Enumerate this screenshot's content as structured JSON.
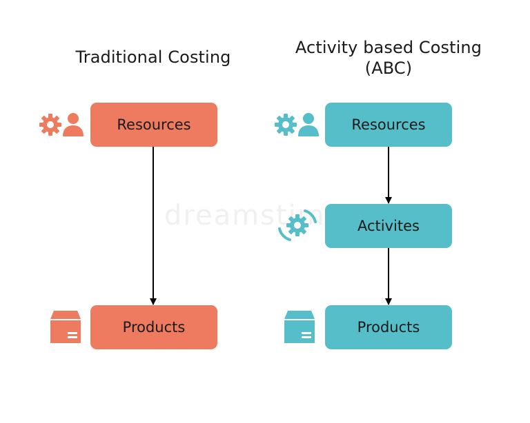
{
  "diagrams": {
    "traditional": {
      "title": "Traditional Costing",
      "nodes": {
        "resources": "Resources",
        "products": "Products"
      }
    },
    "abc": {
      "title_line1": "Activity based Costing",
      "title_line2": "(ABC)",
      "nodes": {
        "resources": "Resources",
        "activities": "Activites",
        "products": "Products"
      }
    }
  },
  "watermark": "dreamstime",
  "colors": {
    "traditional_accent": "#ee7b5f",
    "abc_accent": "#55bec8",
    "arrow": "#000000"
  },
  "icons": {
    "resources": [
      "gear-icon",
      "person-icon"
    ],
    "activities": "cycle-gear-icon",
    "products": "box-icon"
  }
}
